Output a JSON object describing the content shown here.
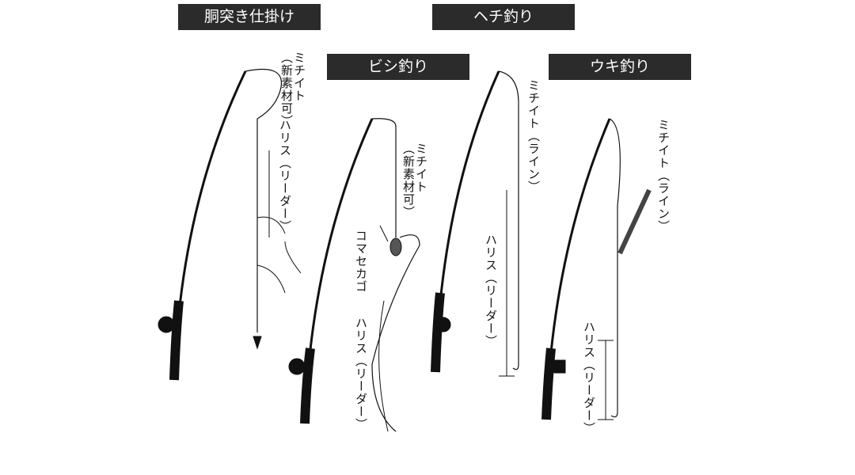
{
  "titles": {
    "dotsuki": "胴突き仕掛け",
    "hechi": "ヘチ釣り",
    "bishi": "ビシ釣り",
    "uki": "ウキ釣り"
  },
  "dotsuki": {
    "line": "ミチイト",
    "line_note": "（新素材可）",
    "leader": "ハリス（リーダー）"
  },
  "bishi": {
    "line": "ミチイト",
    "line_note": "（新素材可）",
    "basket": "コマセカゴ",
    "leader": "ハリス（リーダー）"
  },
  "hechi": {
    "line": "ミチイト（ライン）",
    "leader": "ハリス（リーダー）"
  },
  "uki": {
    "line": "ミチイト（ライン）",
    "leader": "ハリス（リーダー）"
  }
}
